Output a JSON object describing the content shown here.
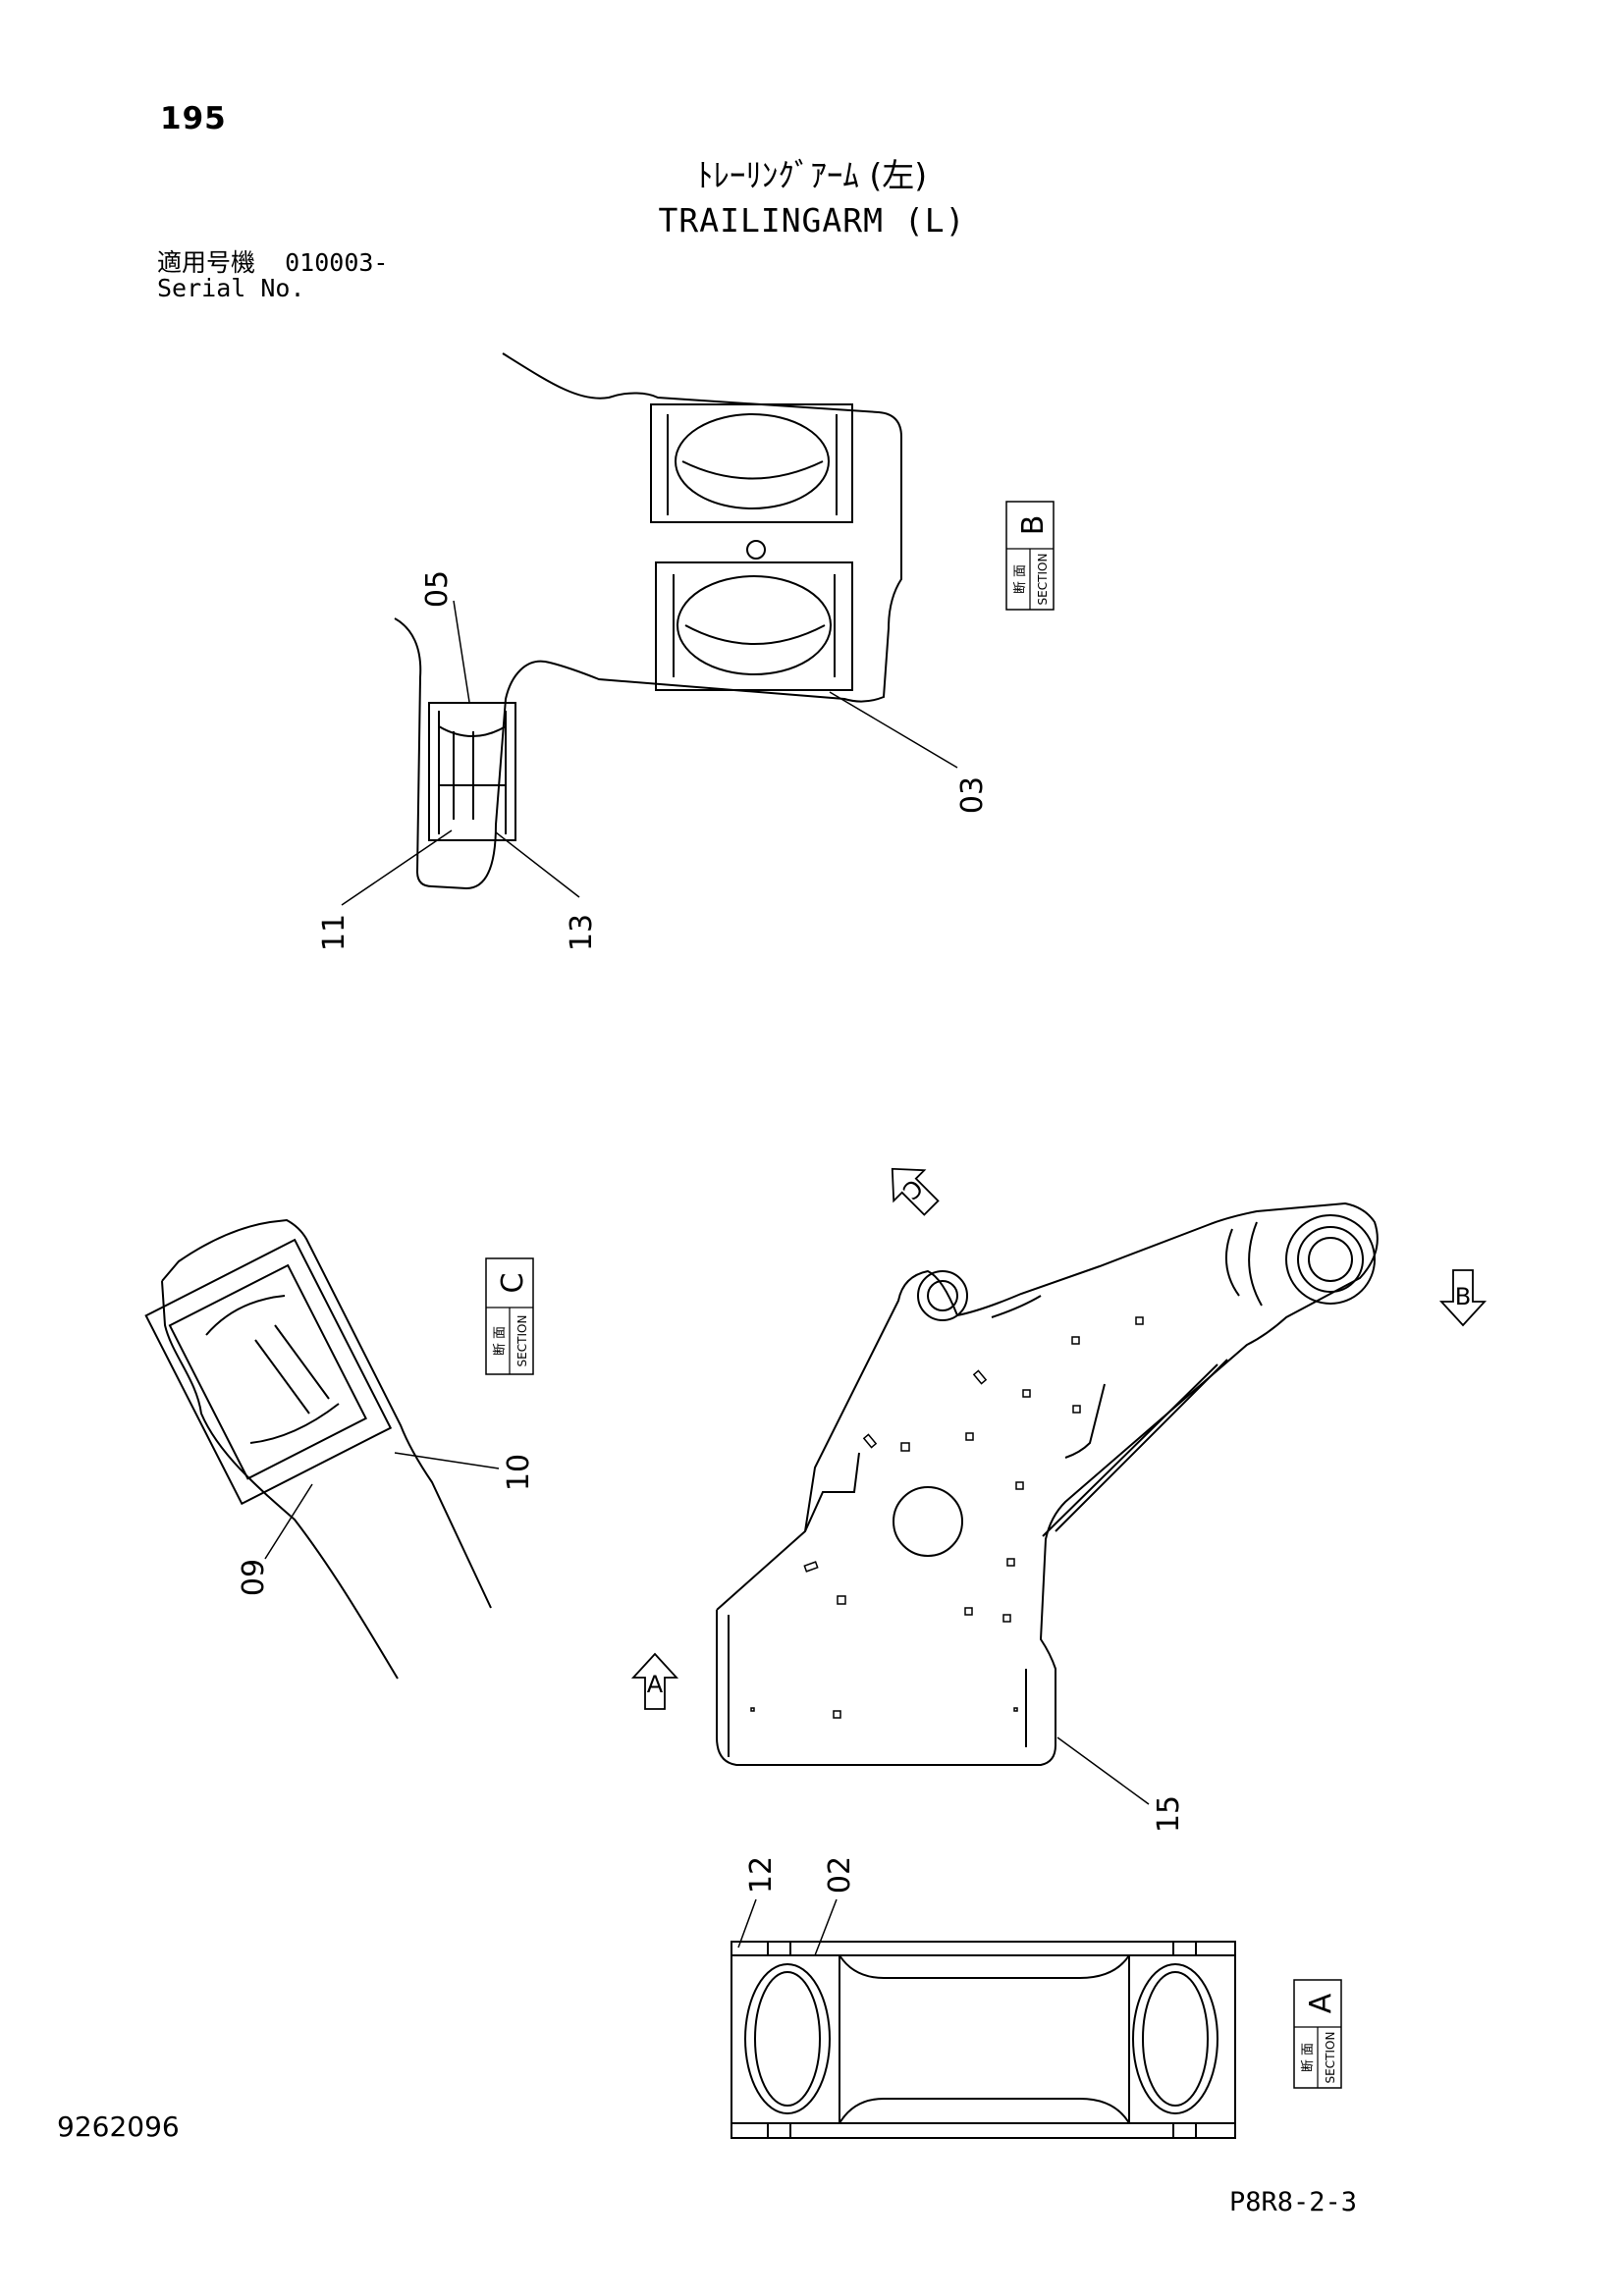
{
  "header": {
    "page_number": "195",
    "title_jp": "ﾄﾚｰﾘﾝｸﾞｱｰﾑ (左)",
    "title_en": "TRAILINGARM (L)",
    "serial_label_jp": "適用号機",
    "serial_value": "010003-",
    "serial_label_en": "Serial No."
  },
  "sections": {
    "kanji": "断 面",
    "word": "SECTION",
    "b": "B",
    "c": "C",
    "a": "A"
  },
  "view_arrows": {
    "c": "C",
    "b": "B",
    "a": "A"
  },
  "callouts": {
    "p05": "05",
    "p03": "03",
    "p11": "11",
    "p13": "13",
    "p10": "10",
    "p09": "09",
    "p15": "15",
    "p12": "12",
    "p02": "02"
  },
  "footer": {
    "doc_number": "9262096",
    "page_code": "P8R8-2-3"
  }
}
